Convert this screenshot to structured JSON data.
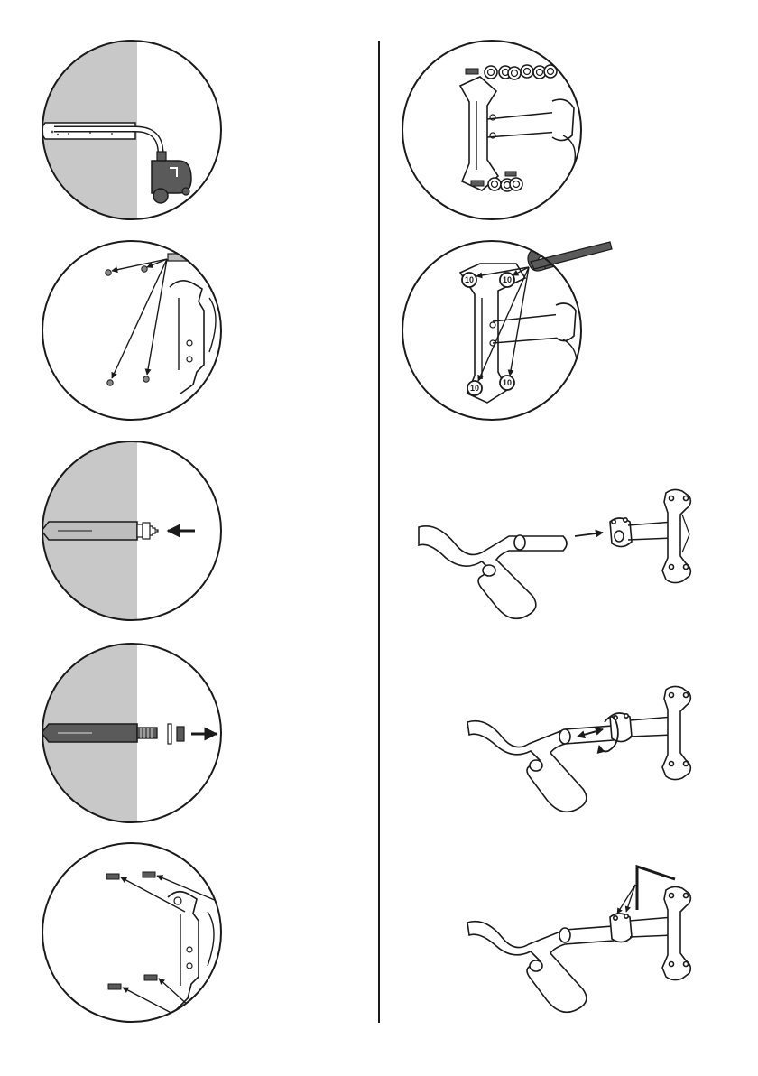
{
  "document": {
    "kind": "assembly-instructions",
    "colors": {
      "wall": "#c8c8c8",
      "ink": "#1a1a1a",
      "tool": "#5a5a5a",
      "fill": "#ffffff",
      "anchor": "#bdbdbd"
    },
    "left_steps": [
      {
        "id": "drill-hole",
        "icon": "vacuum-dust-removal"
      },
      {
        "id": "mark-holes",
        "icon": "bracket-hole-markers"
      },
      {
        "id": "insert-anchor",
        "icon": "wall-anchor-insert"
      },
      {
        "id": "remove-nut",
        "icon": "anchor-nut-washer"
      },
      {
        "id": "attach-bracket-bolts",
        "icon": "bracket-bolts"
      }
    ],
    "right_steps": [
      {
        "id": "fit-washers-nuts",
        "icon": "washer-nut-stack"
      },
      {
        "id": "tighten-nuts",
        "icon": "wrench"
      },
      {
        "id": "insert-arm",
        "icon": "arm-into-holder"
      },
      {
        "id": "adjust-arm",
        "icon": "rotate-slide-arrows"
      },
      {
        "id": "lock-arm",
        "icon": "allen-key"
      }
    ],
    "nut_label": "10"
  }
}
